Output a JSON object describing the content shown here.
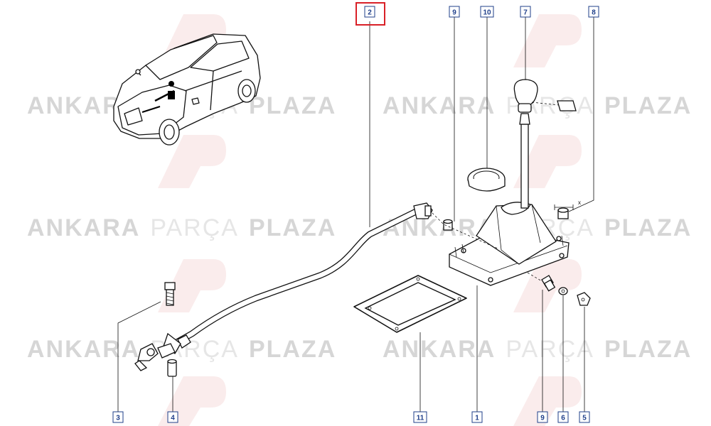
{
  "watermark": {
    "word1": "ANKARA",
    "word2": "PARÇA",
    "word3": "PLAZA"
  },
  "callouts": [
    {
      "id": "callout-2",
      "label": "2",
      "highlighted": true
    },
    {
      "id": "callout-9-top",
      "label": "9"
    },
    {
      "id": "callout-10",
      "label": "10"
    },
    {
      "id": "callout-7",
      "label": "7"
    },
    {
      "id": "callout-8",
      "label": "8"
    },
    {
      "id": "callout-3",
      "label": "3"
    },
    {
      "id": "callout-4",
      "label": "4"
    },
    {
      "id": "callout-11",
      "label": "11"
    },
    {
      "id": "callout-1",
      "label": "1"
    },
    {
      "id": "callout-9-bottom",
      "label": "9"
    },
    {
      "id": "callout-6",
      "label": "6"
    },
    {
      "id": "callout-5",
      "label": "5"
    }
  ],
  "dimension_label": "x",
  "colors": {
    "highlight": "#d92027",
    "callout_border": "#1f3f8a",
    "watermark": "#dcdcdc"
  }
}
